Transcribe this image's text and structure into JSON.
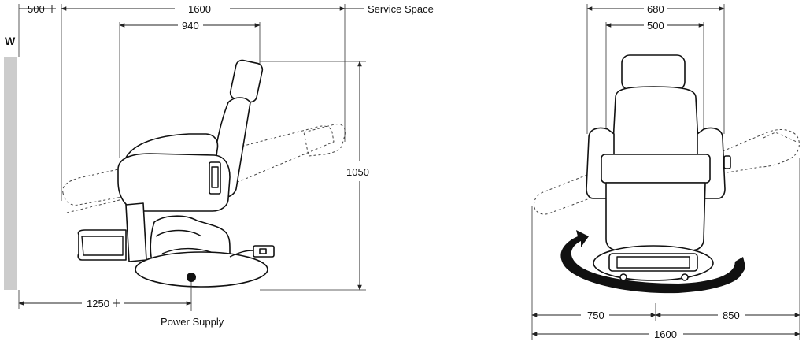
{
  "labels": {
    "wall": "W",
    "service_space_left": "500",
    "overall_length": "1600",
    "service_space": "Service Space",
    "chair_length": "940",
    "height": "1050",
    "power_supply_offset": "1250",
    "power_supply": "Power Supply",
    "overall_width": "680",
    "seat_width": "500",
    "swing_left": "750",
    "swing_right": "850",
    "swing_total": "1600"
  },
  "colors": {
    "wall_fill": "#cccccc",
    "line": "#111111"
  },
  "icons": {
    "plus_marker": "plus",
    "power_dot": "filled-circle",
    "rotation_arrow": "curved-arrow"
  }
}
